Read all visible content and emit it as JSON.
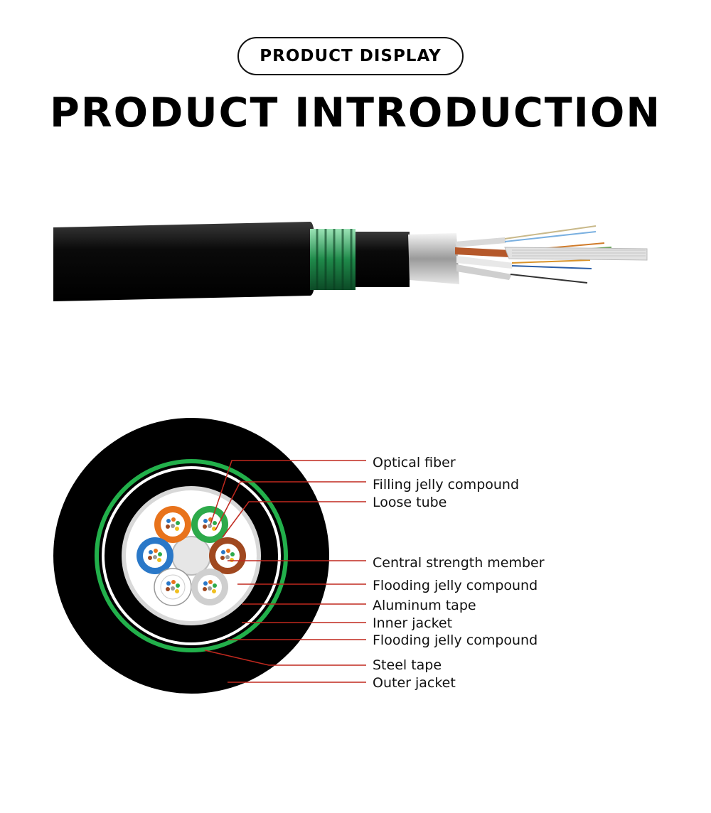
{
  "header": {
    "badge": "PRODUCT DISPLAY",
    "title": "PRODUCT INTRODUCTION"
  },
  "colors": {
    "jacket": "#000000",
    "steel_tape": "#22b04b",
    "leader": "#c0281e",
    "tube_orange": "#e8731c",
    "tube_green": "#2daa4a",
    "tube_blue": "#2a78c8",
    "tube_brown": "#a0481f",
    "tube_white": "#ffffff",
    "tube_gray": "#cfcfcf"
  },
  "labels": [
    {
      "id": "optical-fiber",
      "text": "Optical fiber"
    },
    {
      "id": "filling-jelly-compound",
      "text": "Filling jelly compound"
    },
    {
      "id": "loose-tube",
      "text": "Loose tube"
    },
    {
      "id": "central-strength-member",
      "text": "Central strength member"
    },
    {
      "id": "flooding-jelly-compound-1",
      "text": "Flooding jelly compound"
    },
    {
      "id": "aluminum-tape",
      "text": "Aluminum tape"
    },
    {
      "id": "inner-jacket",
      "text": "Inner jacket"
    },
    {
      "id": "flooding-jelly-compound-2",
      "text": "Flooding jelly compound"
    },
    {
      "id": "steel-tape",
      "text": "Steel tape"
    },
    {
      "id": "outer-jacket",
      "text": "Outer jacket"
    }
  ]
}
